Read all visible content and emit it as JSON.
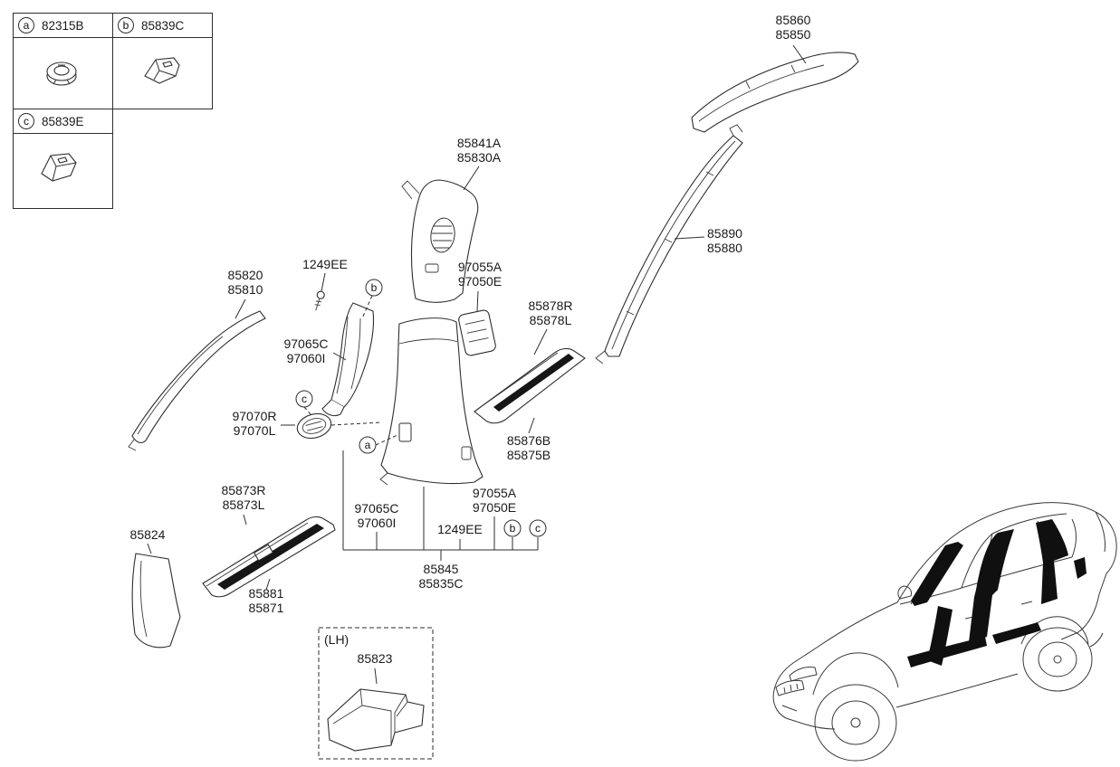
{
  "colors": {
    "line": "#2e2e2e",
    "text": "#1a1a1a",
    "background": "#ffffff",
    "highlight": "#101010"
  },
  "legend": {
    "cells": [
      {
        "callout": "a",
        "part": "82315B",
        "icon": "grommet-fastener-icon"
      },
      {
        "callout": "b",
        "part": "85839C",
        "icon": "trim-clip-icon"
      },
      {
        "callout": "c",
        "part": "85839E",
        "icon": "trim-clip-icon"
      }
    ]
  },
  "callouts": {
    "a": "a",
    "b": "b",
    "c": "c"
  },
  "labels": {
    "c_pillar_trim": {
      "line1": "85860",
      "line2": "85850"
    },
    "b_pillar_upper_trim": {
      "line1": "85841A",
      "line2": "85830A"
    },
    "rear_pillar_trim": {
      "line1": "85890",
      "line2": "85880"
    },
    "a_pillar_trim": {
      "line1": "85820",
      "line2": "85810"
    },
    "screw_top": {
      "line1": "1249EE"
    },
    "vent_upper": {
      "line1": "97055A",
      "line2": "97050E"
    },
    "rear_scuff_upper": {
      "line1": "85878R",
      "line2": "85878L"
    },
    "duct_upper": {
      "line1": "97065C",
      "line2": "97060I"
    },
    "vent_small": {
      "line1": "97070R",
      "line2": "97070L"
    },
    "rear_scuff_lower": {
      "line1": "85876B",
      "line2": "85875B"
    },
    "front_scuff_upper": {
      "line1": "85873R",
      "line2": "85873L"
    },
    "cowl_side_trim": {
      "line1": "85824"
    },
    "duct_lower": {
      "line1": "97065C",
      "line2": "97060I"
    },
    "vent_lower": {
      "line1": "97055A",
      "line2": "97050E"
    },
    "screw_bottom": {
      "line1": "1249EE"
    },
    "front_scuff_main": {
      "line1": "85881",
      "line2": "85871"
    },
    "b_pillar_lower_trim": {
      "line1": "85845",
      "line2": "85835C"
    },
    "lh_marker": "(LH)",
    "lh_part": "85823"
  }
}
